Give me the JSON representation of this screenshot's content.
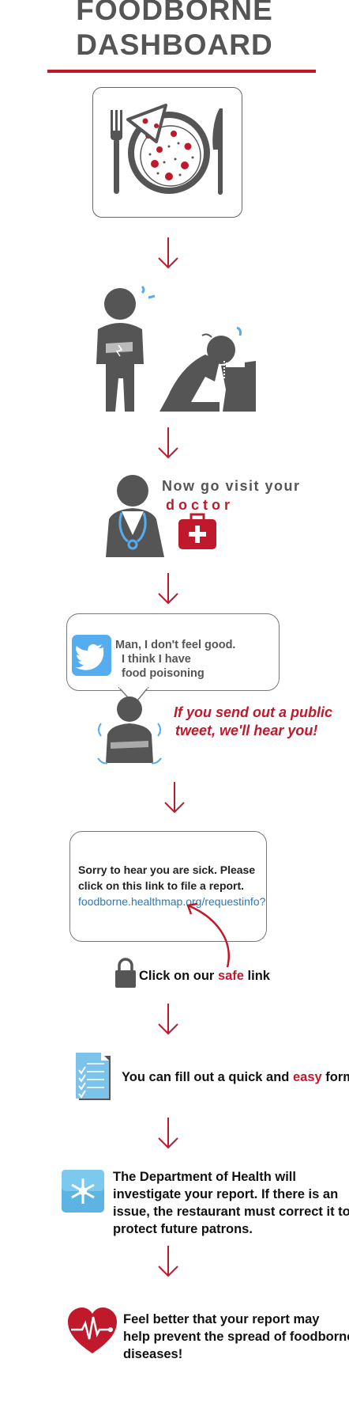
{
  "header": {
    "title_line1": "FOODBORNE",
    "title_line2": "DASHBOARD"
  },
  "colors": {
    "accent": "#c0192b",
    "gray": "#555555",
    "link": "#2a7ab8",
    "twitter": "#55acee"
  },
  "icons": [
    "fork-icon",
    "pizza-plate-icon",
    "knife-icon",
    "stomach-ache-person-icon",
    "vomiting-person-icon",
    "doctor-icon",
    "first-aid-kit-icon",
    "twitter-bird-icon",
    "sick-person-icon",
    "padlock-icon",
    "form-checklist-icon",
    "health-department-star-icon",
    "heart-ekg-icon",
    "down-arrow-icon"
  ],
  "doctor": {
    "line1": "Now go visit your",
    "line2": "doctor"
  },
  "tweet": {
    "line1": "Man, I don't feel good.",
    "line2": "I think I have",
    "line3": "food poisoning"
  },
  "public": {
    "line1": "If you send out a  public",
    "line2": "tweet, we'll hear you!"
  },
  "reply": {
    "line1": "Sorry to hear you are sick. Please",
    "line2": "click on this link to file a report.",
    "link": "foodborne.healthmap.org/requestinfo?"
  },
  "safe": {
    "before": "Click on our ",
    "highlight": "safe",
    "after": " link"
  },
  "form": {
    "before": "You can fill out a quick and ",
    "highlight": "easy",
    "after": " form"
  },
  "department": {
    "line1": "The Department of Health will",
    "line2": "investigate your report. If there is an",
    "line3": "issue, the restaurant must correct it to",
    "line4": "protect future patrons."
  },
  "better": {
    "line1": "Feel better that your report may",
    "line2": "help prevent the spread of foodborne",
    "line3": "diseases!"
  }
}
